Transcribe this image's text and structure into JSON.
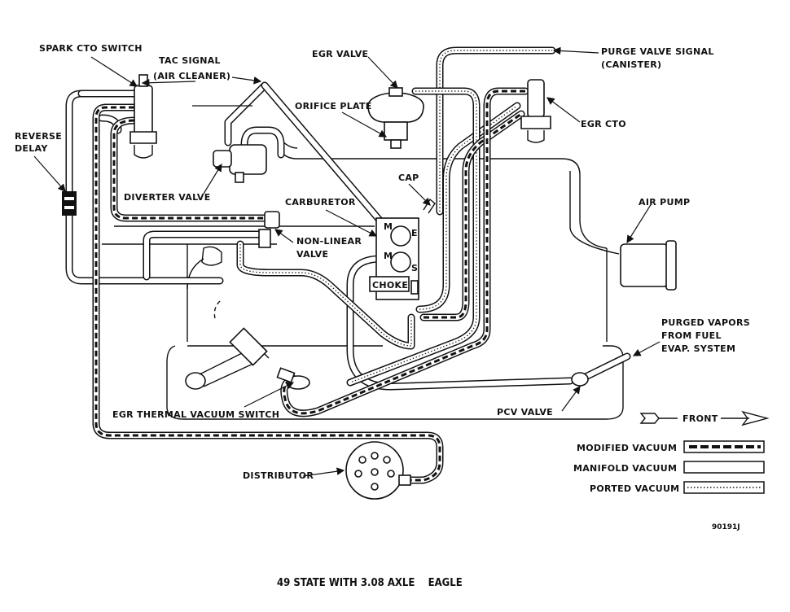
{
  "labels": {
    "spark_cto": "SPARK CTO SWITCH",
    "tac_signal_1": "TAC SIGNAL",
    "tac_signal_2": "(AIR CLEANER)",
    "egr_valve": "EGR VALVE",
    "purge_1": "PURGE VALVE SIGNAL",
    "purge_2": "(CANISTER)",
    "orifice": "ORIFICE PLATE",
    "egr_cto": "EGR CTO",
    "reverse_1": "REVERSE",
    "reverse_2": "DELAY",
    "cap": "CAP",
    "diverter": "DIVERTER VALVE",
    "carburetor": "CARBURETOR",
    "air_pump": "AIR PUMP",
    "nonlinear_1": "NON-LINEAR",
    "nonlinear_2": "VALVE",
    "choke": "CHOKE",
    "carb_m1": "M",
    "carb_e": "E",
    "carb_m2": "M",
    "carb_s": "S",
    "purged_1": "PURGED VAPORS",
    "purged_2": "FROM FUEL",
    "purged_3": "EVAP. SYSTEM",
    "egr_tvs": "EGR THERMAL VACUUM SWITCH",
    "pcv": "PCV VALVE",
    "front": "FRONT",
    "distributor": "DISTRIBUTOR"
  },
  "legend": [
    {
      "label": "MODIFIED VACUUM",
      "style": "modified"
    },
    {
      "label": "MANIFOLD VACUUM",
      "style": "manifold"
    },
    {
      "label": "PORTED VACUUM",
      "style": "ported"
    }
  ],
  "figure_code": "90191J",
  "caption": "49 STATE WITH 3.08 AXLE    EAGLE"
}
